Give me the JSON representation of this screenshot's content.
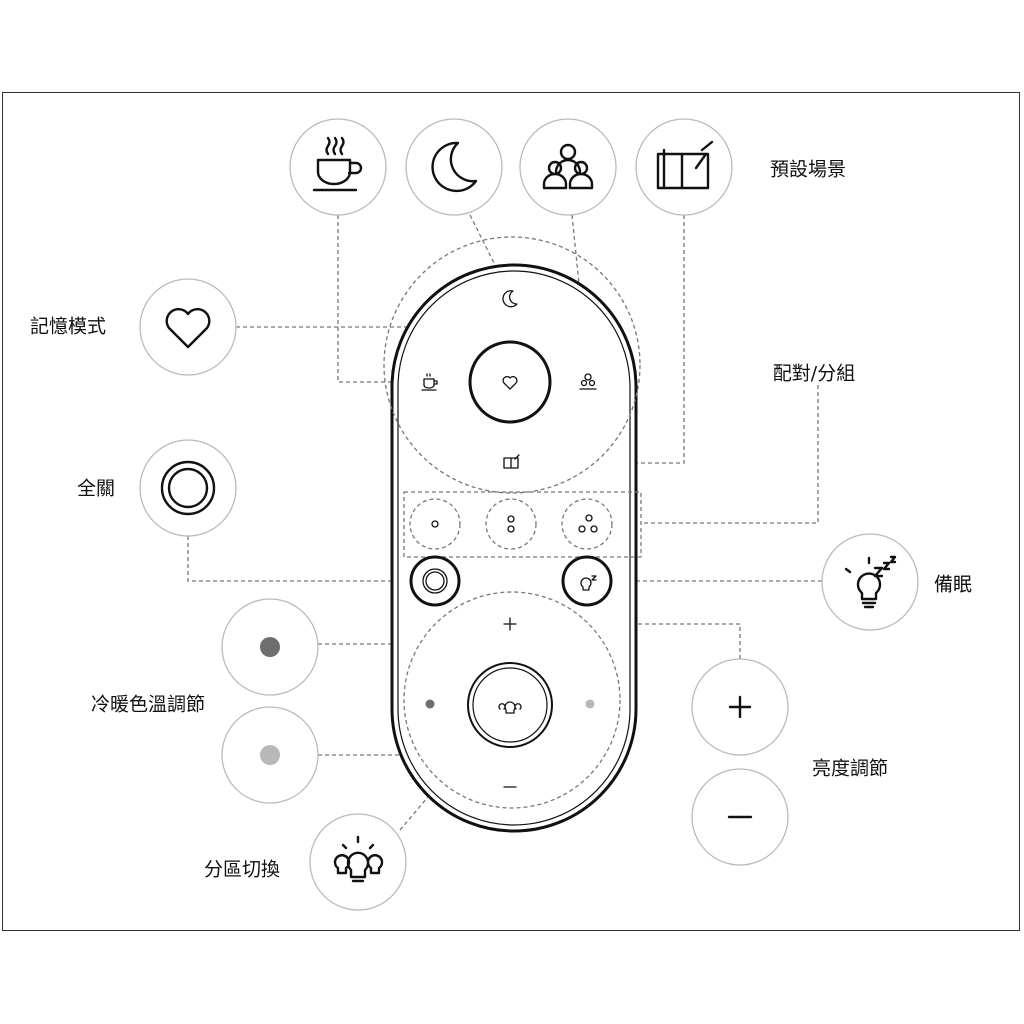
{
  "labels": {
    "preset_scenes": "預設場景",
    "memory_mode": "記憶模式",
    "pair_group": "配對/分組",
    "all_off": "全關",
    "standby": "備眠",
    "color_temp": "冷暖色溫調節",
    "brightness": "亮度調節",
    "zone_switch": "分區切換"
  },
  "colors": {
    "line": "#111111",
    "dashed": "#777777",
    "warm_dot": "#6e6e6e",
    "cool_dot": "#b8b8b8"
  }
}
